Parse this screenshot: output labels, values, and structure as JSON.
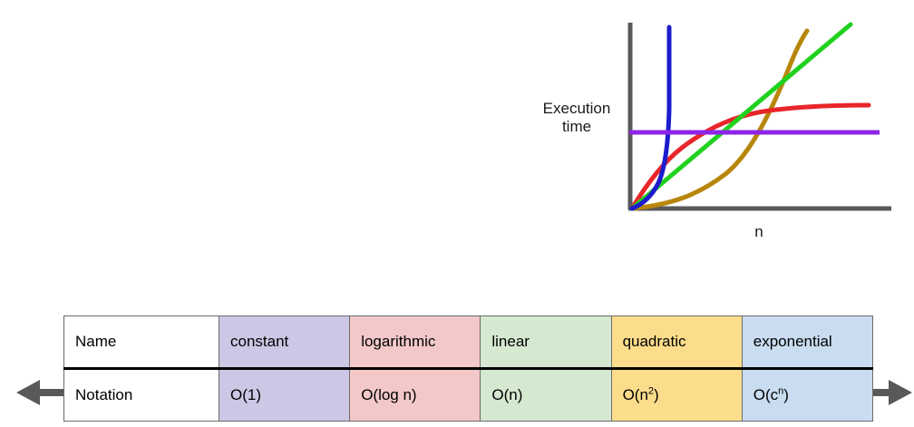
{
  "chart_data": {
    "type": "line",
    "title": "",
    "xlabel": "n",
    "ylabel": "Execution\ntime",
    "grid": false,
    "legend": "none",
    "axis_color": "#595959",
    "xlim": [
      0,
      100
    ],
    "ylim": [
      0,
      100
    ],
    "annotations": [],
    "series": [
      {
        "name": "constant",
        "notation": "O(1)",
        "color": "#8e25e8",
        "shape": "horizontal-line",
        "x": [
          0,
          100
        ],
        "y": [
          42,
          42
        ]
      },
      {
        "name": "logarithmic",
        "notation": "O(log n)",
        "color": "#e8262a",
        "shape": "log-curve",
        "x": [
          0,
          5,
          12,
          24,
          40,
          60,
          80,
          100
        ],
        "y": [
          0,
          16,
          28,
          41,
          51,
          58,
          63,
          66
        ]
      },
      {
        "name": "linear",
        "notation": "O(n)",
        "color": "#20d21f",
        "shape": "straight-line",
        "x": [
          0,
          100
        ],
        "y": [
          0,
          100
        ]
      },
      {
        "name": "quadratic",
        "notation": "O(n^2)",
        "color": "#b8860b",
        "shape": "power-curve",
        "x": [
          0,
          10,
          25,
          45,
          60,
          75,
          88,
          95
        ],
        "y": [
          0,
          5,
          11,
          22,
          34,
          57,
          86,
          100
        ]
      },
      {
        "name": "exponential",
        "notation": "O(c^n)",
        "color": "#1c1ccc",
        "shape": "exponential-curve",
        "x": [
          0,
          8,
          14,
          18,
          21,
          22,
          22,
          22
        ],
        "y": [
          0,
          5,
          14,
          30,
          60,
          80,
          95,
          100
        ]
      }
    ]
  },
  "chart": {
    "y_caption": "Execution\ntime",
    "x_caption": "n"
  },
  "table": {
    "row_labels": [
      "Name",
      "Notation"
    ],
    "columns": [
      {
        "key": "constant",
        "name": "constant",
        "notation": "O(1)",
        "notation_base": "O(1)",
        "superscript": "",
        "color": "#cdc7e5"
      },
      {
        "key": "logarithmic",
        "name": "logarithmic",
        "notation": "O(log n)",
        "notation_base": "O(log n)",
        "superscript": "",
        "color": "#f2c8c8"
      },
      {
        "key": "linear",
        "name": "linear",
        "notation": "O(n)",
        "notation_base": "O(n)",
        "superscript": "",
        "color": "#d5e8d0"
      },
      {
        "key": "quadratic",
        "name": "quadratic",
        "notation": "O(n2)",
        "notation_base": "O(n",
        "superscript": "2",
        "suffix": ")",
        "color": "#fcdd8b"
      },
      {
        "key": "exponential",
        "name": "exponential",
        "notation": "O(cn)",
        "notation_base": "O(c",
        "superscript": "n",
        "suffix": ")",
        "color": "#c9dcf0"
      }
    ],
    "arrow_color": "#595959"
  }
}
